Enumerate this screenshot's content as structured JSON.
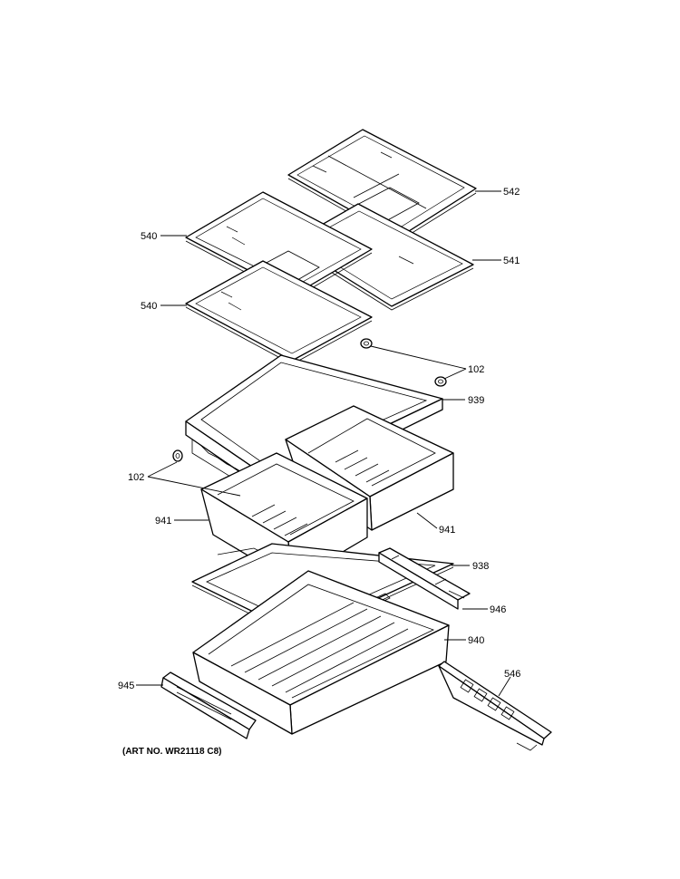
{
  "callouts": {
    "c542": "542",
    "c540a": "540",
    "c541": "541",
    "c540b": "540",
    "c102a": "102",
    "c939": "939",
    "c102b": "102",
    "c941a": "941",
    "c941b": "941",
    "c938": "938",
    "c946": "946",
    "c940": "940",
    "c945": "945",
    "c546": "546"
  },
  "art_number": "(ART NO. WR21118 C8)"
}
